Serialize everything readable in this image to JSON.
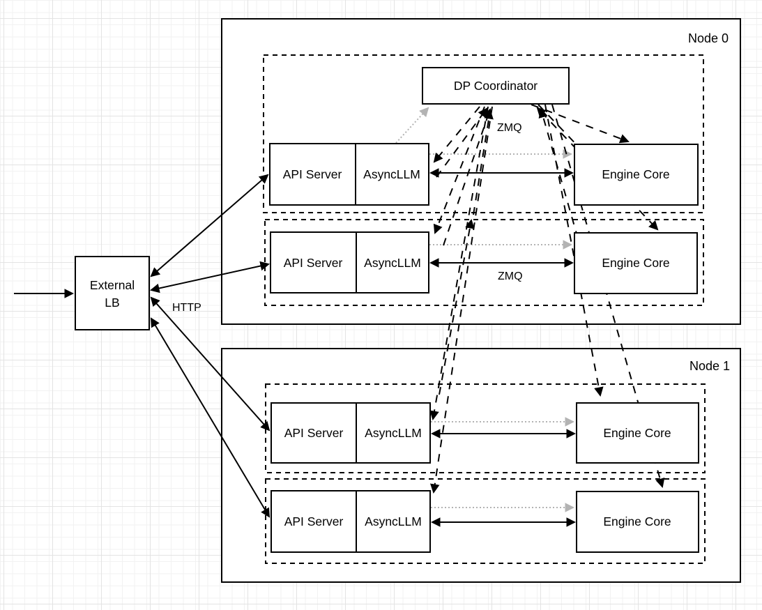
{
  "diagram_type": "architecture-diagram",
  "colors": {
    "stroke": "#000000",
    "gray_link": "#b3b3b3",
    "box_fill": "#ffffff",
    "grid_minor": "#f2f2f2",
    "grid_major": "#e3e3e3"
  },
  "external_lb": {
    "line1": "External",
    "line2": "LB"
  },
  "dp_coordinator": {
    "label": "DP Coordinator"
  },
  "links": {
    "http": "HTTP",
    "zmq_coordinator": "ZMQ",
    "zmq_engine": "ZMQ"
  },
  "node0": {
    "title": "Node 0",
    "groups": [
      {
        "api": "API Server",
        "asyncllm": "AsyncLLM",
        "engine": "Engine Core"
      },
      {
        "api": "API Server",
        "asyncllm": "AsyncLLM",
        "engine": "Engine Core"
      }
    ]
  },
  "node1": {
    "title": "Node 1",
    "groups": [
      {
        "api": "API Server",
        "asyncllm": "AsyncLLM",
        "engine": "Engine Core"
      },
      {
        "api": "API Server",
        "asyncllm": "AsyncLLM",
        "engine": "Engine Core"
      }
    ]
  }
}
